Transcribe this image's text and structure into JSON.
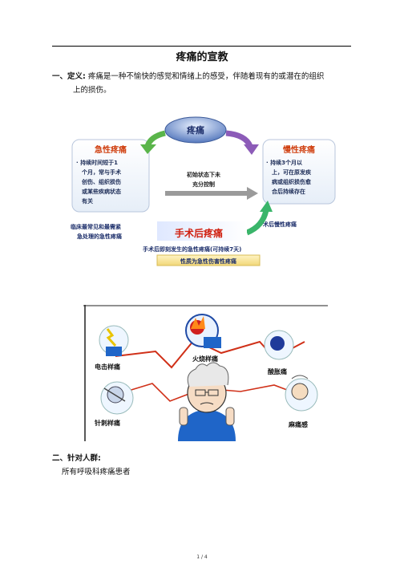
{
  "doc": {
    "title": "疼痛的宣教",
    "section1_label": "一、定义:",
    "section1_text": "疼痛是一种不愉快的感觉和情绪上的感受，伴随着现有的或潜在的组织",
    "section1_text_cont": "上的损伤。",
    "section2_label": "二、针对人群:",
    "section2_text": "所有呼吸科疼痛患者",
    "page_number": "1 / 4"
  },
  "diagram1": {
    "center": "疼痛",
    "acute_title": "急性疼痛",
    "acute_lines": [
      "· 持续时间短于1",
      "个月，常与手术",
      "创伤、组织损伤",
      "或某些疾病状态",
      "有关"
    ],
    "chronic_title": "慢性疼痛",
    "chronic_lines": [
      "· 持续3个月以",
      "上，可在原发疾",
      "病或组织损伤愈",
      "合后持续存在"
    ],
    "middle_lines": [
      "初始状态下未",
      "充分控制"
    ],
    "left_note_lines": [
      "临床最常见和最需紧",
      "急处理的急性疼痛"
    ],
    "postop": "手术后疼痛",
    "right_note": "术后慢性疼痛",
    "sub1": "手术后即刻发生的急性疼痛(可持续7天)",
    "sub2": "性质为急性伤害性疼痛"
  },
  "diagram2": {
    "burn": "火烧样痛",
    "electric": "电击样痛",
    "ache": "酸胀痛",
    "needle": "针刺样痛",
    "numb": "麻痛感"
  }
}
